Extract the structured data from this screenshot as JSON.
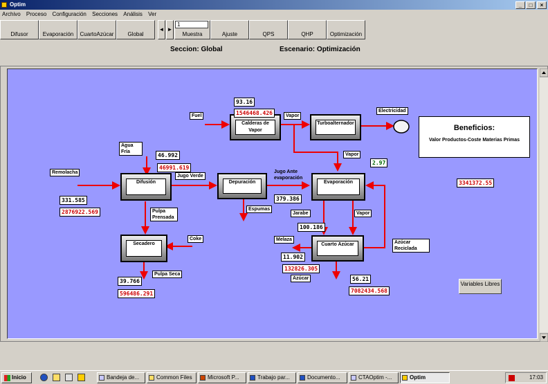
{
  "window": {
    "title": "Optim"
  },
  "menu": [
    "Archivo",
    "Proceso",
    "Configuración",
    "Secciones",
    "Análisis",
    "Ver"
  ],
  "tabs": [
    "Difusor",
    "Evaporación",
    "CuartoAzúcar",
    "Global",
    "Muestra",
    "Ajuste",
    "QPS",
    "QHP",
    "Optimización"
  ],
  "sample_nav": {
    "value": "1",
    "prev": "◄",
    "next": "►"
  },
  "header": {
    "seccion": "Seccion: Global",
    "escenario": "Escenario: Optimización"
  },
  "processes": {
    "calderas": "Calderas de Vapor",
    "turbo": "Turboalternador",
    "difusion": "Difusión",
    "depuracion": "Depuración",
    "evaporacion": "Evaporación",
    "secadero": "Secadero",
    "cuarto": "Cuarto Azúcar"
  },
  "labels": {
    "fuel": "Fuel",
    "vapor1": "Vapor",
    "electricidad": "Electricidad",
    "vapor2": "Vapor",
    "agua_fria": "Agua Fría",
    "remolacha": "Remolacha",
    "jugo_verde": "Jugo Verde",
    "jugo_ante": "Jugo Ante evaporación",
    "espumas": "Espumas",
    "pulpa_prensada": "Pulpa Prensada",
    "jarabe": "Jarabe",
    "vapor3": "Vapor",
    "coke": "Coke",
    "melaza": "Melaza",
    "azucar_reciclada": "Azúcar Reciclada",
    "pulpa_seca": "Pulpa Seca",
    "azucar": "Azúcar"
  },
  "values": {
    "calderas_top": "93.16",
    "calderas_red": "1546468.426",
    "turbo_green": "2.97",
    "agua_fria": "46.992",
    "agua_red": "46991.619",
    "remolacha": "331.585",
    "remolacha_red": "2876922.569",
    "jugo_ante": "379.386",
    "jarabe": "100.186",
    "melaza": "11.902",
    "melaza_red": "132826.305",
    "pulpa_seca": "39.766",
    "pulpa_seca_red": "596486.291",
    "azucar": "56.21",
    "azucar_red": "7082434.568",
    "beneficios_red": "3341372.55"
  },
  "beneficios": {
    "title": "Beneficios:",
    "subtitle": "Valor Productos-Coste Materias Primas"
  },
  "variables_button": "Variables Libres",
  "taskbar": {
    "start": "Inicio",
    "tasks": [
      "Bandeja de...",
      "Common Files",
      "Microsoft P...",
      "Trabajo par...",
      "Documento...",
      "CTAOptim -...",
      "Optim"
    ],
    "clock": "17:03"
  },
  "colors": {
    "panel_bg": "#9999ff",
    "flow_arrow": "#ee0000",
    "title_bar": "#0a246a"
  }
}
